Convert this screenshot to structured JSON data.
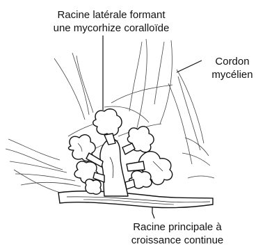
{
  "labels": {
    "coralloid_root": {
      "line1": "Racine latérale formant",
      "line2": "une mycorhize coralloïde"
    },
    "mycelial_cord": {
      "line1": "Cordon",
      "line2": "mycélien"
    },
    "main_root": {
      "line1": "Racine principale à",
      "line2": "croissance continue"
    }
  },
  "colors": {
    "ink": "#111111",
    "root_fill": "#ffffff",
    "hyphae": "#444444"
  }
}
